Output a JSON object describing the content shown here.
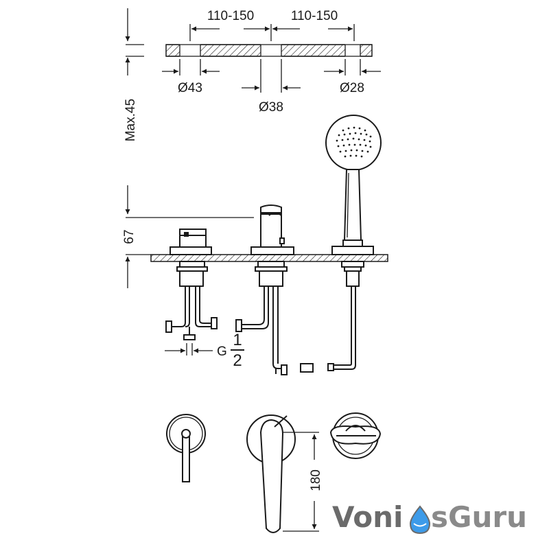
{
  "dimensions": {
    "spacing_left": "110-150",
    "spacing_right": "110-150",
    "max_thickness": "Max.45",
    "hole_left": "Ø43",
    "hole_center": "Ø38",
    "hole_right": "Ø28",
    "height": "67",
    "thread_prefix": "G",
    "thread_num": "1",
    "thread_den": "2",
    "reach": "180"
  },
  "brand": {
    "part1": "Voni",
    "part2": "sGuru"
  },
  "colors": {
    "line": "#1a1a1a",
    "brand_dark": "#6b6b6b",
    "brand_light": "#8a8a8a",
    "drop_blue": "#3d9be9"
  }
}
